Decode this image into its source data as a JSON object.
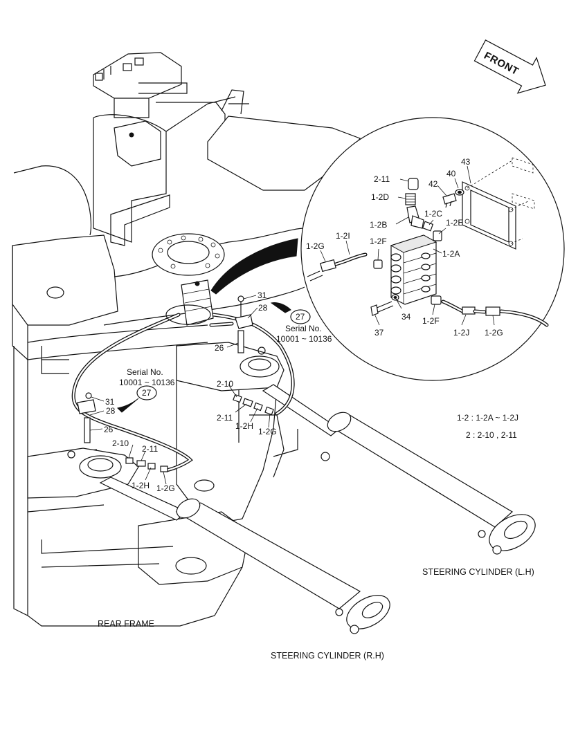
{
  "front_arrow": {
    "label": "FRONT"
  },
  "captions": {
    "rear_frame": "REAR FRAME",
    "steering_cylinder_lh": "STEERING CYLINDER (L.H)",
    "steering_cylinder_rh": "STEERING CYLINDER (R.H)"
  },
  "notes": {
    "range_1_2": "1-2 : 1-2A ~ 1-2J",
    "range_2": "2 : 2-10 , 2-11"
  },
  "serial": {
    "upper": {
      "title": "Serial No.",
      "range": "10001 ~ 10136",
      "ref": "27"
    },
    "lower": {
      "title": "Serial No.",
      "range": "10001 ~ 10136",
      "ref": "27"
    }
  },
  "detail_labels": [
    "2-11",
    "1-2D",
    "42",
    "40",
    "43",
    "1-2C",
    "1-2B",
    "1-2E",
    "1-2G",
    "1-2I",
    "1-2F",
    "1-2A",
    "34",
    "37",
    "1-2F",
    "1-2J",
    "1-2G"
  ],
  "main_labels": [
    "31",
    "28",
    "26",
    "31",
    "28",
    "26",
    "2-10",
    "2-11",
    "1-2H",
    "1-2G",
    "2-10",
    "2-11",
    "1-2H",
    "1-2G"
  ]
}
